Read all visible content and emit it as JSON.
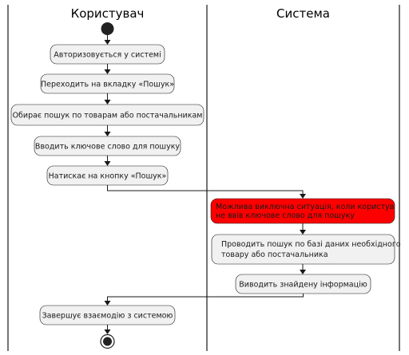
{
  "lanes": {
    "user": "Користувач",
    "system": "Система"
  },
  "user_steps": [
    "Авторизовується у системі",
    "Переходить на вкладку «Пошук»",
    "Обирає пошук по товарам або постачальникам",
    "Вводить ключове слово для пошуку",
    "Натискає на кнопку «Пошук»"
  ],
  "system_steps": {
    "exception_line1": "Можлива виключна ситуація, коли користувач",
    "exception_line2": "не ввів ключове слово для пошуку",
    "search_line1": "Проводить пошук по базі даних необхідного",
    "search_line2": "товару або постачальника",
    "show_result": "Виводить знайдену інформацію"
  },
  "final_step": "Завершує взаємодію з системою",
  "colors": {
    "activity_fill": "#f1f1f1",
    "exception_fill": "#ff0000",
    "line": "#181818"
  }
}
